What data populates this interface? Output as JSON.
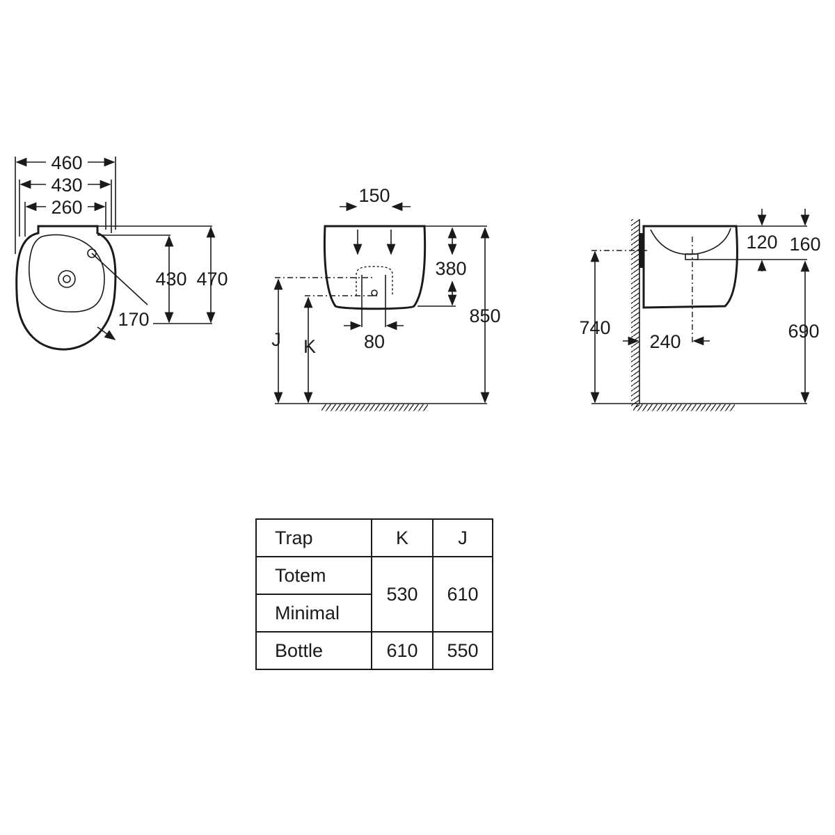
{
  "top_view": {
    "dims": {
      "w460": "460",
      "w430": "430",
      "w260": "260",
      "d430": "430",
      "d470": "470",
      "r170": "170"
    }
  },
  "front_view": {
    "dims": {
      "d150": "150",
      "d380": "380",
      "d850": "850",
      "d80": "80",
      "j": "J",
      "k": "K"
    }
  },
  "side_view": {
    "dims": {
      "d120": "120",
      "d160": "160",
      "d740": "740",
      "d240": "240",
      "d690": "690"
    }
  },
  "table": {
    "headers": [
      "Trap",
      "K",
      "J"
    ],
    "rows": [
      {
        "trap": "Totem",
        "k": "530",
        "j": "610"
      },
      {
        "trap": "Minimal"
      },
      {
        "trap": "Bottle",
        "k": "610",
        "j": "550"
      }
    ]
  }
}
